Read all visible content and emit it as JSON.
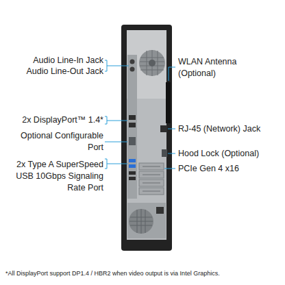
{
  "diagram": {
    "caption": "*All DisplayPort support DP1.4 / HBR2 when video output is via Intel Graphics.",
    "labels": [
      "Audio Line-In Jack",
      "Audio Line-Out Jack",
      "2x DisplayPort™ 1.4*",
      "Optional Configurable Port",
      "2x Type A SuperSpeed USB 10Gbps Signaling Rate Port",
      "WLAN Antenna (Optional)",
      "RJ-45 (Network) Jack",
      "Hood Lock (Optional)",
      "PCIe Gen 4 x16"
    ]
  }
}
